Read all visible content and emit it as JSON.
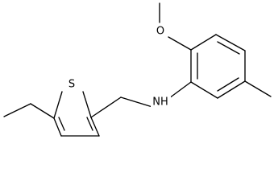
{
  "molecule": {
    "atoms": {
      "O": "O",
      "NH": "NH",
      "S": "S"
    }
  }
}
